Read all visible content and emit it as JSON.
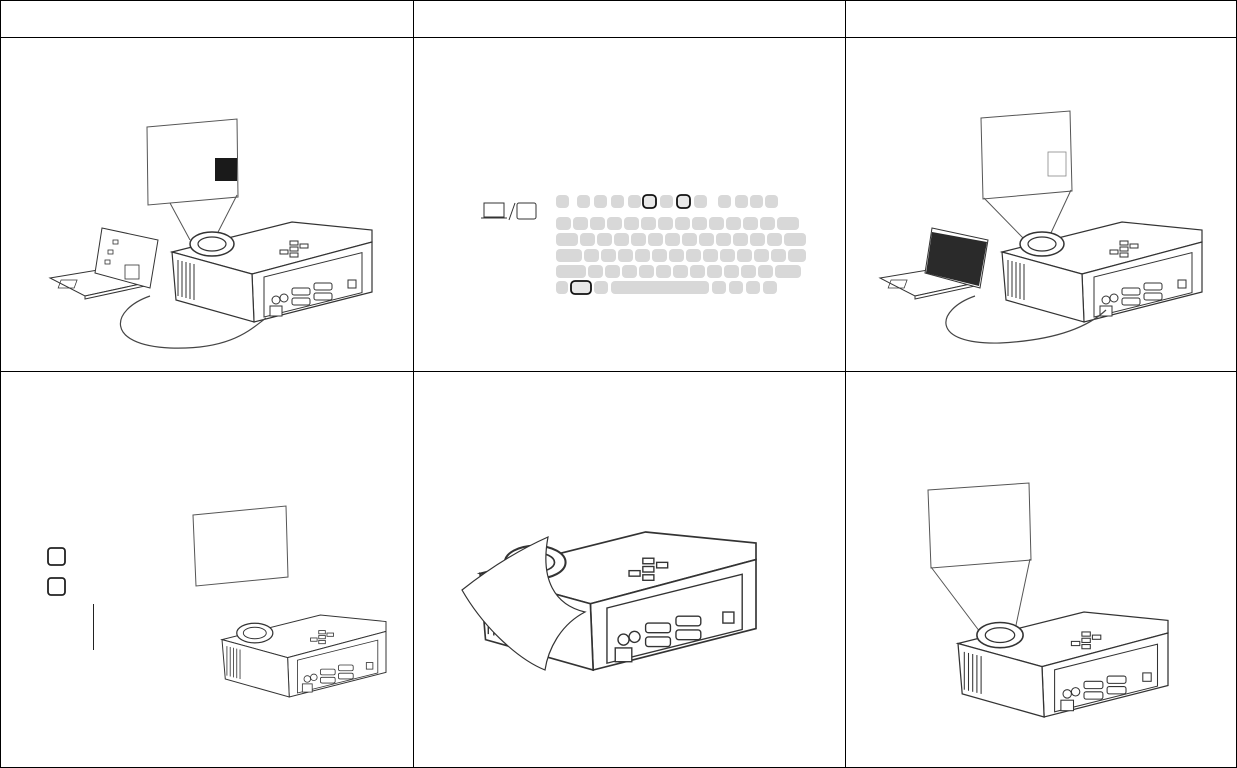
{
  "table": {
    "columns": [
      "",
      "",
      ""
    ],
    "rows": 2,
    "cell_count": 6
  },
  "panels": [
    {
      "id": "laptop-projector-black-square",
      "icon": "laptop-connected-projector-icon"
    },
    {
      "id": "keyboard-function-keys",
      "icon": "keyboard-icon"
    },
    {
      "id": "laptop-dark-screen-projector",
      "icon": "laptop-connected-projector-icon"
    },
    {
      "id": "projector-blank-screen",
      "icon": "projector-icon"
    },
    {
      "id": "projector-with-cover",
      "icon": "projector-icon"
    },
    {
      "id": "projector-blank-screen-2",
      "icon": "projector-icon"
    }
  ],
  "colors": {
    "grid": "#000000",
    "line_art": "#333333",
    "key_fill": "#d8d8d8",
    "screen_dark": "#2a2a2a"
  }
}
